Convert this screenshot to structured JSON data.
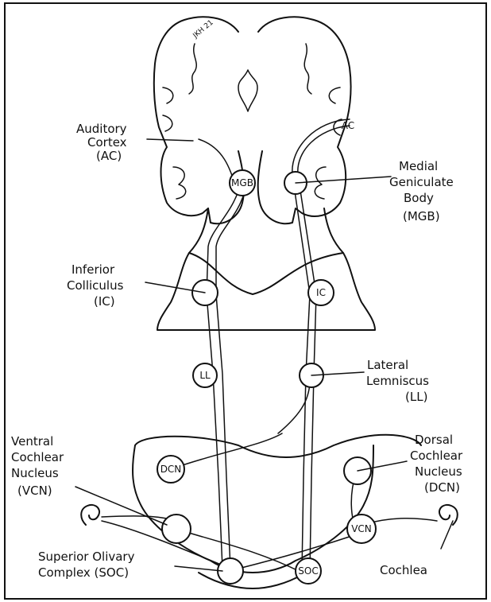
{
  "diagram": {
    "signature": "JKH 21",
    "labels": {
      "ac": [
        "Auditory",
        "Cortex",
        "(AC)"
      ],
      "mgb": [
        "Medial",
        "Geniculate",
        "Body",
        "(MGB)"
      ],
      "ic": [
        "Inferior",
        "Colliculus",
        "(IC)"
      ],
      "ll": [
        "Lateral",
        "Lemniscus",
        "(LL)"
      ],
      "vcn": [
        "Ventral",
        "Cochlear",
        "Nucleus",
        "(VCN)"
      ],
      "dcn": [
        "Dorsal",
        "Cochlear",
        "Nucleus",
        "(DCN)"
      ],
      "soc": [
        "Superior Olivary",
        "Complex (SOC)"
      ],
      "cochlea": [
        "Cochlea"
      ]
    },
    "nuclei": {
      "mgb": "MGB",
      "ic": "IC",
      "ll": "LL",
      "dcn": "DCN",
      "vcn": "VCN",
      "soc": "SOC",
      "ac": "AC"
    }
  }
}
